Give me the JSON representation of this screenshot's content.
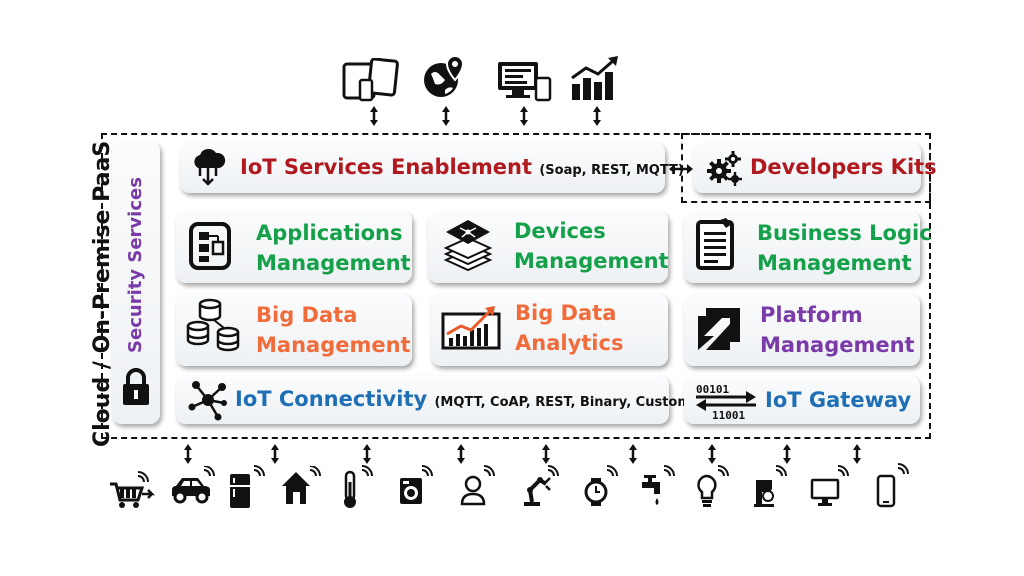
{
  "outer_label": "Cloud / On-Premise PaaS",
  "security_label": "Security Services",
  "services": {
    "title": "IoT Services Enablement",
    "protocols": "(Soap, REST, MQTT)"
  },
  "dev_kits": "Developers Kits",
  "modules": {
    "apps_line1": "Applications",
    "apps_line2": "Management",
    "devices_line1": "Devices",
    "devices_line2": "Management",
    "logic_line1": "Business Logic",
    "logic_line2": "Management",
    "bigdata_line1": "Big Data",
    "bigdata_line2": "Management",
    "analytics_line1": "Big Data",
    "analytics_line2": "Analytics",
    "platform_line1": "Platform",
    "platform_line2": "Management"
  },
  "connectivity": {
    "title": "IoT Connectivity",
    "protocols": "(MQTT, CoAP, REST, Binary, Custom)"
  },
  "gateway": {
    "title": "IoT Gateway",
    "bits_top": "00101",
    "bits_bottom": "11001"
  },
  "colors": {
    "red": "#b0191e",
    "green": "#15a04a",
    "orange": "#f26b3a",
    "purple": "#7a3aa8",
    "blue": "#1e6fb5"
  },
  "top_icons": [
    "tablet-phone-icon",
    "globe-location-icon",
    "desktop-devices-icon",
    "bar-chart-icon"
  ],
  "bottom_icons": [
    "shopping-cart-icon",
    "car-icon",
    "fridge-icon",
    "home-icon",
    "thermometer-icon",
    "washing-machine-icon",
    "person-icon",
    "robot-arm-icon",
    "watch-icon",
    "water-tap-icon",
    "light-bulb-icon",
    "mixer-icon",
    "monitor-icon",
    "smartphone-icon"
  ]
}
